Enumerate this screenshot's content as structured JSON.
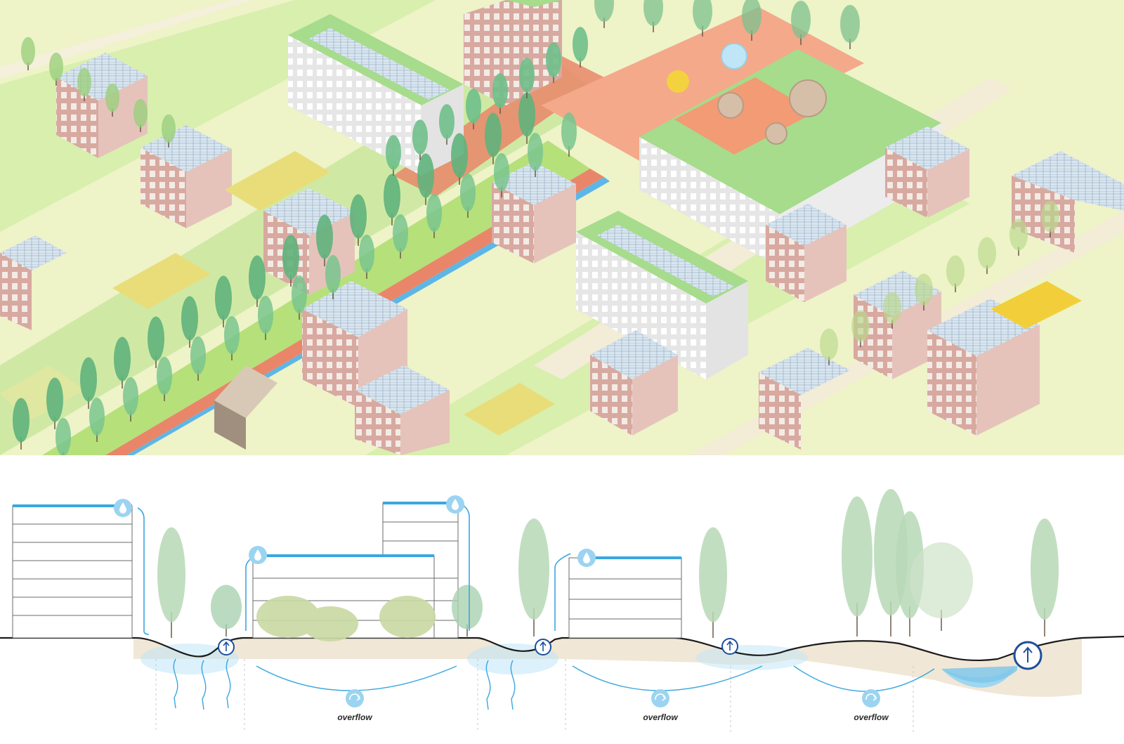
{
  "labels": {
    "overflow_1": "overflow",
    "overflow_2": "overflow",
    "overflow_3": "overflow"
  },
  "colors": {
    "water": "#3aa7e0",
    "water_light": "#bfe6f7",
    "dark_blue": "#1e4f9c",
    "green_roof": "#a6dc8c",
    "brick": "#d9a8a0",
    "tree": "#6fbf8a",
    "street": "#e9866a",
    "ground": "#f1e7d6"
  },
  "icons": [
    "water-drop-icon",
    "infiltration-arrow-icon",
    "overflow-swirl-icon",
    "tree-icon",
    "solar-panel-icon"
  ]
}
